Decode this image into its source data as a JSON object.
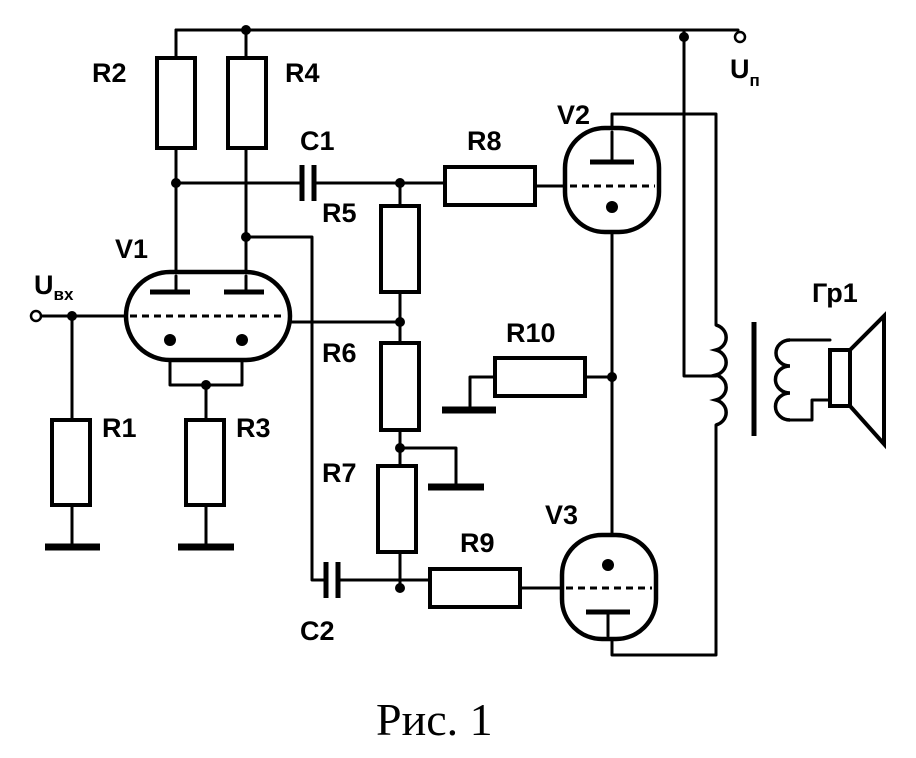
{
  "labels": {
    "r1": "R1",
    "r2": "R2",
    "r3": "R3",
    "r4": "R4",
    "r5": "R5",
    "r6": "R6",
    "r7": "R7",
    "r8": "R8",
    "r9": "R9",
    "r10": "R10",
    "c1": "C1",
    "c2": "C2",
    "v1": "V1",
    "v2": "V2",
    "v3": "V3",
    "speaker": "Гр1",
    "supply_main": "U",
    "supply_sub": "п",
    "input_main": "U",
    "input_sub": "вх"
  },
  "caption": "Рис. 1"
}
